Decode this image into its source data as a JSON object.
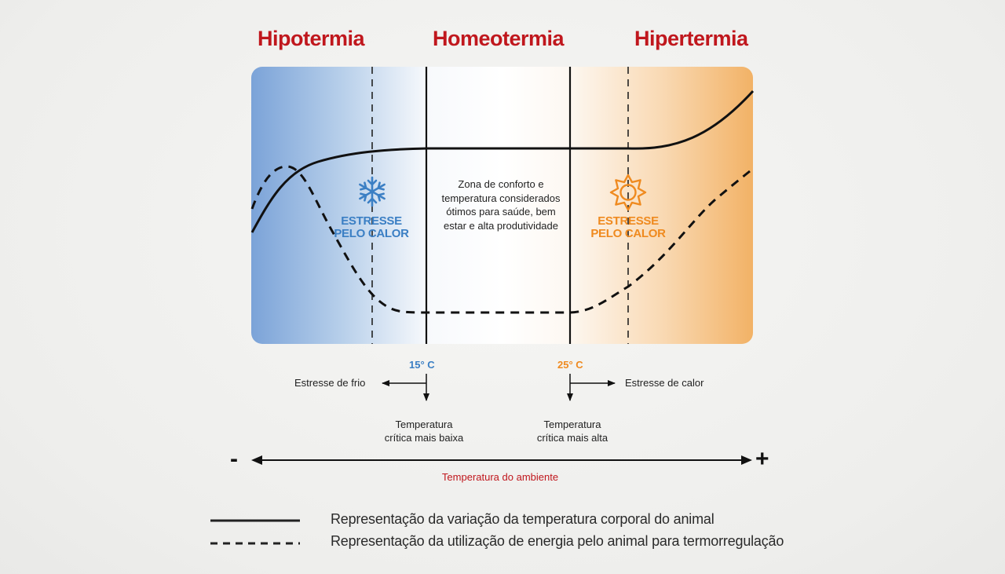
{
  "zones": {
    "hipotermia": "Hipotermia",
    "homeotermia": "Homeotermia",
    "hipertermia": "Hipertermia"
  },
  "stress": {
    "cold_label": "ESTRESSE\nPELO CALOR",
    "cold_icon": "snowflake-icon",
    "heat_label": "ESTRESSE\nPELO CALOR",
    "heat_icon": "sun-icon"
  },
  "comfort_zone_text": "Zona de conforto e\ntemperatura considerados\nótimos para saúde, bem\nestar e alta produtividade",
  "thresholds": {
    "low_temp": "15° C",
    "high_temp": "25° C",
    "cold_stress": "Estresse de frio",
    "heat_stress": "Estresse de calor",
    "critical_low": "Temperatura\ncrítica mais baixa",
    "critical_high": "Temperatura\ncrítica mais alta"
  },
  "axis": {
    "minus": "-",
    "plus": "+",
    "title": "Temperatura do ambiente"
  },
  "legend": {
    "solid": "Representação da variação da temperatura corporal do animal",
    "dashed": "Representação da utilização de energia pelo animal para termorregulação"
  },
  "colors": {
    "title_red": "#c0171d",
    "cold_blue": "#3b7fc4",
    "heat_orange": "#ef8a1f",
    "line_black": "#111111"
  }
}
